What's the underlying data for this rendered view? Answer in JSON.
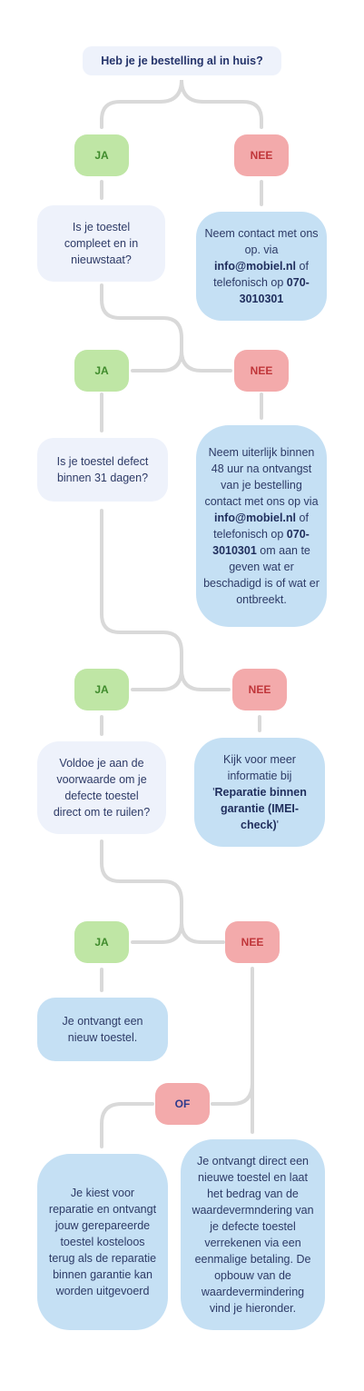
{
  "start_question": "Heb je je bestelling al in huis?",
  "labels": {
    "yes": "JA",
    "no": "NEE",
    "or": "OF"
  },
  "contact": {
    "email": "info@mobiel.nl",
    "phone": "070-3010301"
  },
  "step1": {
    "question": "Is je toestel compleet en in nieuwstaat?",
    "no_answer": {
      "part1": "Neem contact met ons op. via",
      "part2": "of telefonisch op"
    }
  },
  "step2": {
    "question": "Is je toestel defect binnen 31 dagen?",
    "no_answer": {
      "part1": "Neem uiterlijk binnen 48 uur na ontvangst van je bestelling contact met ons op via",
      "part2": "of telefonisch op",
      "part3": "om aan te geven wat er beschadigd is of wat er ontbreekt."
    }
  },
  "step3": {
    "question": "Voldoe je aan de voorwaarde om je defecte toestel direct om te ruilen?",
    "no_answer": {
      "part1": "Kijk voor meer informatie bij",
      "link_open": "'",
      "link": "Reparatie binnen garantie (IMEI-check)",
      "link_close": "'"
    }
  },
  "step4": {
    "yes_answer": "Je ontvangt een nieuw toestel.",
    "no_option_a": "Je kiest voor reparatie en ontvangt jouw gerepareerde toestel kosteloos terug als de reparatie binnen garantie kan worden uitgevoerd",
    "no_option_b": "Je ontvangt direct een nieuwe toestel en laat het bedrag van de waardevermndering van je defecte toestel verrekenen via een eenmalige betaling. De opbouw van de waardevermindering vind je hieronder."
  },
  "colors": {
    "connector": "#d9d9d9",
    "question_bg": "#eef2fb",
    "answer_bg": "#c5e0f4",
    "yes_bg": "#bfe6a5",
    "yes_text": "#3f8b2c",
    "no_bg": "#f3aaab",
    "no_text": "#c0363a",
    "text": "#2d3a66"
  }
}
